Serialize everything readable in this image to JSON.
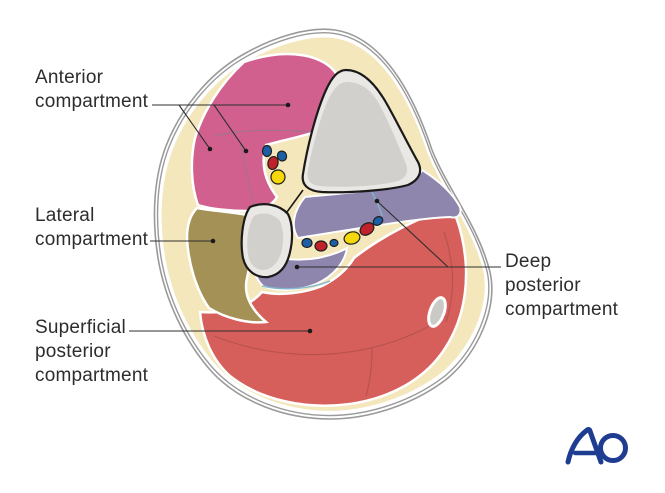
{
  "labels": {
    "anterior": {
      "lines": [
        "Anterior",
        "compartment"
      ]
    },
    "lateral": {
      "lines": [
        "Lateral",
        "compartment"
      ]
    },
    "superficial": {
      "lines": [
        "Superficial",
        "posterior",
        "compartment"
      ]
    },
    "deep": {
      "lines": [
        "Deep",
        "posterior",
        "compartment"
      ]
    }
  },
  "logo": {
    "text": "AO",
    "color": "#1e3d91"
  },
  "colors": {
    "anterior": "#d2608e",
    "lateral": "#a39156",
    "superficial_posterior": "#d75f5b",
    "deep_posterior": "#8e86ad",
    "fat": "#f3e7bb",
    "bone_rim": "#eae8e5",
    "bone_core": "#d2d0cd",
    "artery": "#c0222c",
    "vein": "#1d5fa5",
    "nerve": "#f6d70a",
    "tendon": "#cbc9c6",
    "skin_line": "#9a9a9a",
    "fascia_line": "#7fb7cc",
    "leader": "#2f2f2f",
    "text": "#2d2d2d"
  }
}
